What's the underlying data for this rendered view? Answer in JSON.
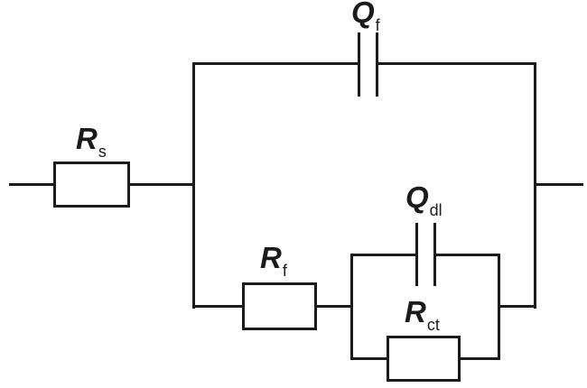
{
  "diagram": {
    "title": "equivalent-circuit-model",
    "background_color": "#ffffff",
    "line_color": "#1b1b1b"
  },
  "components": {
    "rs": {
      "symbol": "R",
      "subscript": "s",
      "kind": "resistor"
    },
    "qf": {
      "symbol": "Q",
      "subscript": "f",
      "kind": "constant-phase-element"
    },
    "rf": {
      "symbol": "R",
      "subscript": "f",
      "kind": "resistor"
    },
    "qdl": {
      "symbol": "Q",
      "subscript": "dl",
      "kind": "constant-phase-element"
    },
    "rct": {
      "symbol": "R",
      "subscript": "ct",
      "kind": "resistor"
    }
  }
}
